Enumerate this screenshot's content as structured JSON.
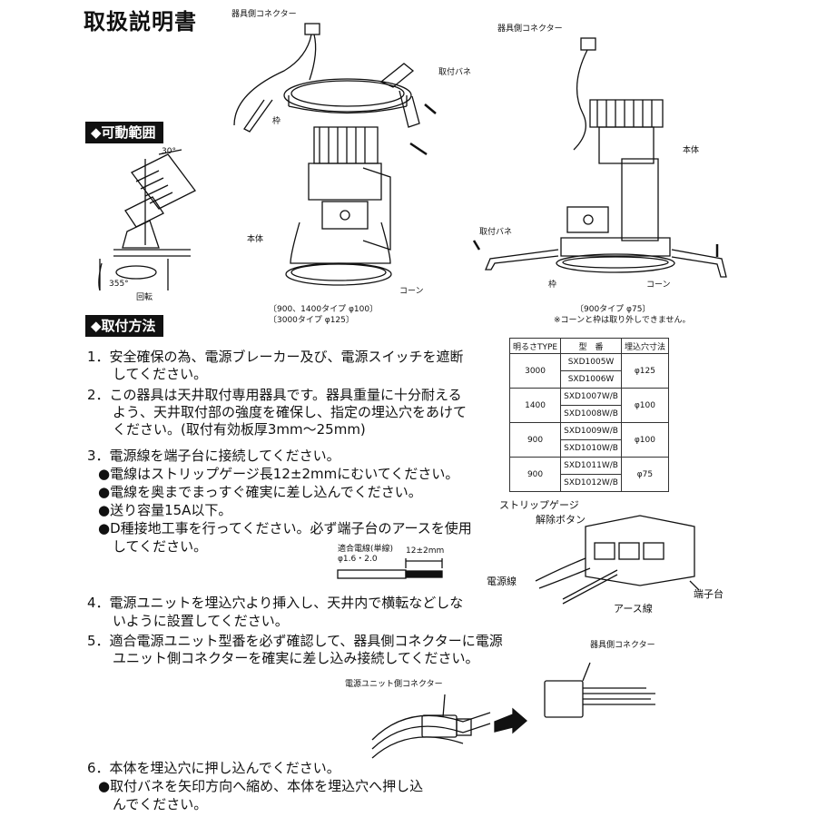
{
  "title": "取扱説明書",
  "sections": {
    "range": "◆可動範囲",
    "install": "◆取付方法"
  },
  "range_labels": {
    "angle_tilt": "30°",
    "angle_rot": "355°",
    "rotate": "回転"
  },
  "figure_left": {
    "connector": "器具側コネクター",
    "spring": "取付バネ",
    "frame": "枠",
    "body": "本体",
    "cone": "コーン",
    "caption1": "〔900、1400タイプ φ100〕",
    "caption2": "〔3000タイプ φ125〕"
  },
  "figure_right": {
    "connector": "器具側コネクター",
    "body": "本体",
    "spring": "取付バネ",
    "frame": "枠",
    "cone": "コーン",
    "caption1": "〔900タイプ φ75〕",
    "caption2": "※コーンと枠は取り外しできません。"
  },
  "table": {
    "headers": [
      "明るさTYPE",
      "型　番",
      "埋込穴寸法"
    ],
    "groups": [
      {
        "type": "3000",
        "models": [
          "SXD1005W",
          "SXD1006W"
        ],
        "hole": "φ125"
      },
      {
        "type": "1400",
        "models": [
          "SXD1007W/B",
          "SXD1008W/B"
        ],
        "hole": "φ100"
      },
      {
        "type": "900",
        "models": [
          "SXD1009W/B",
          "SXD1010W/B"
        ],
        "hole": "φ100"
      },
      {
        "type": "900",
        "models": [
          "SXD1011W/B",
          "SXD1012W/B"
        ],
        "hole": "φ75"
      }
    ]
  },
  "steps": {
    "s1_l1": "1．安全確保の為、電源ブレーカー及び、電源スイッチを遮断",
    "s1_l2": "してください。",
    "s2_l1": "2．この器具は天井取付専用器具です。器具重量に十分耐える",
    "s2_l2": "よう、天井取付部の強度を確保し、指定の埋込穴をあけて",
    "s2_l3": "ください。(取付有効板厚3mm～25mm)",
    "s3_l1": "3．電源線を端子台に接続してください。",
    "s3_b1": "●電線はストリップゲージ長12±2mmにむいてください。",
    "s3_b2": "●電線を奥までまっすぐ確実に差し込んでください。",
    "s3_b3": "●送り容量15A以下。",
    "s3_b4": "●D種接地工事を行ってください。必ず端子台のアースを使用",
    "s3_b4b": "してください。",
    "s4_l1": "4．電源ユニットを埋込穴より挿入し、天井内で横転などしな",
    "s4_l2": "いように設置してください。",
    "s5_l1": "5．適合電源ユニット型番を必ず確認して、器具側コネクターに電源",
    "s5_l2": "ユニット側コネクターを確実に差し込み接続してください。",
    "s6_l1": "6．本体を埋込穴に押し込んでください。",
    "s6_b1": "●取付バネを矢印方向へ縮め、本体を埋込穴へ押し込",
    "s6_b1b": "んでください。"
  },
  "wire_figure": {
    "wire_size": "適合電線(単線)",
    "wire_dia": "φ1.6・2.0",
    "strip": "12±2mm",
    "strip_gauge": "ストリップゲージ",
    "release": "解除ボタン",
    "power_wire": "電源線",
    "ground_wire": "アース線",
    "terminal": "端子台"
  },
  "connector_figure": {
    "unit_connector": "電源ユニット側コネクター",
    "fixture_connector": "器具側コネクター"
  }
}
